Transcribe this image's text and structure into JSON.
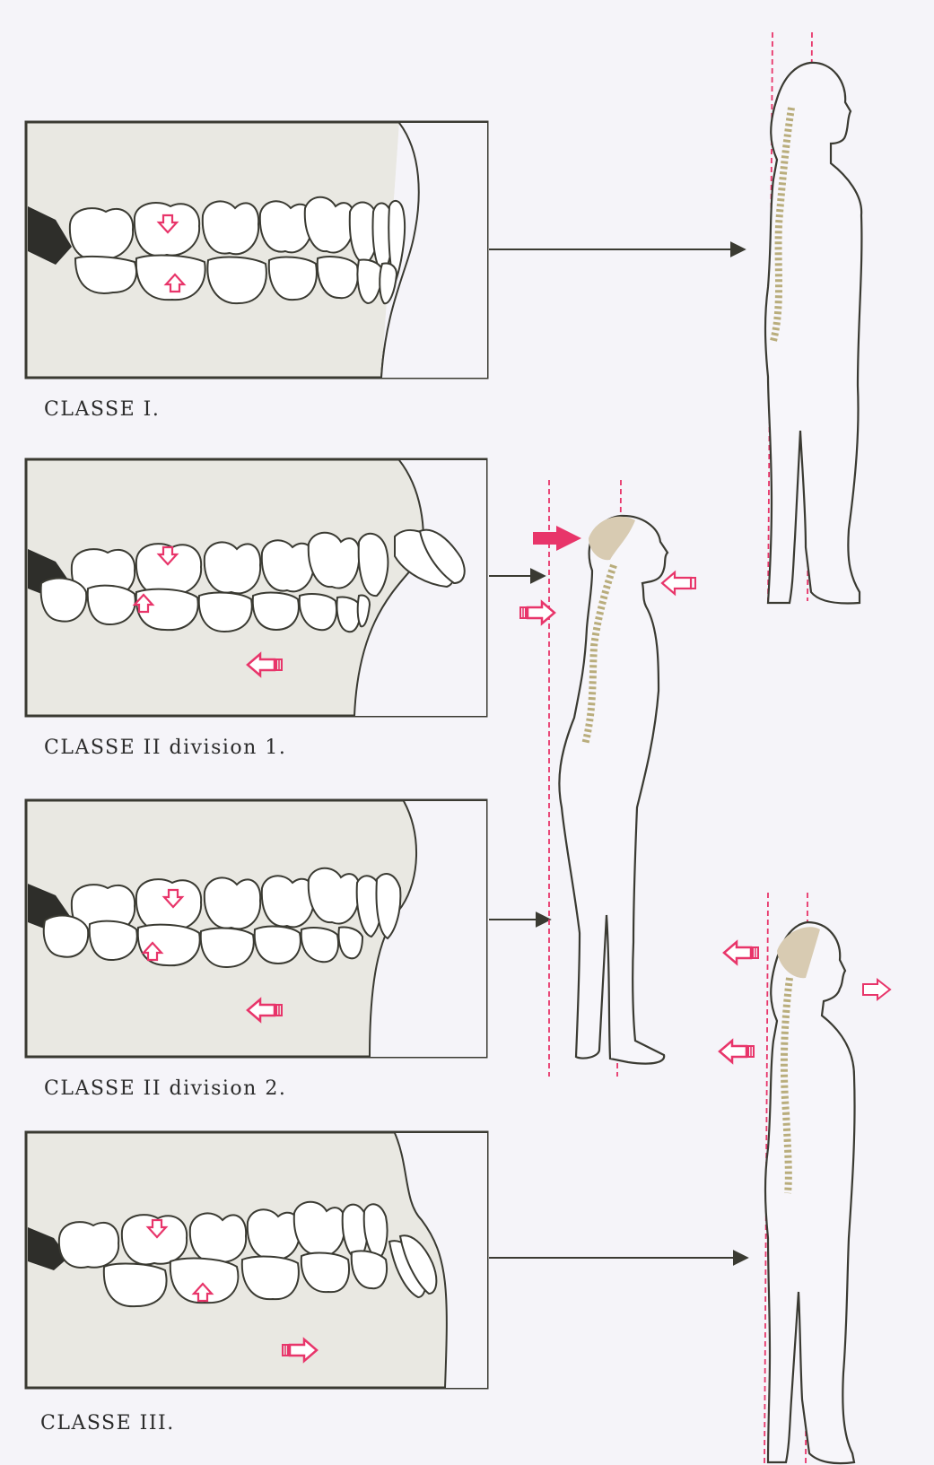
{
  "captions": {
    "class1": "CLASSE I.",
    "class2_div1": "CLASSE II division 1.",
    "class2_div2": "CLASSE II division 2.",
    "class3": "CLASSE III."
  },
  "colors": {
    "background": "#f5f4f9",
    "panel_shade": "#e9e8e2",
    "outline": "#3a3a32",
    "arrow_pink": "#e8356a",
    "plumb_line": "#e8356a",
    "spine": "#b9ad7c",
    "hair": "#d8cbb2"
  }
}
